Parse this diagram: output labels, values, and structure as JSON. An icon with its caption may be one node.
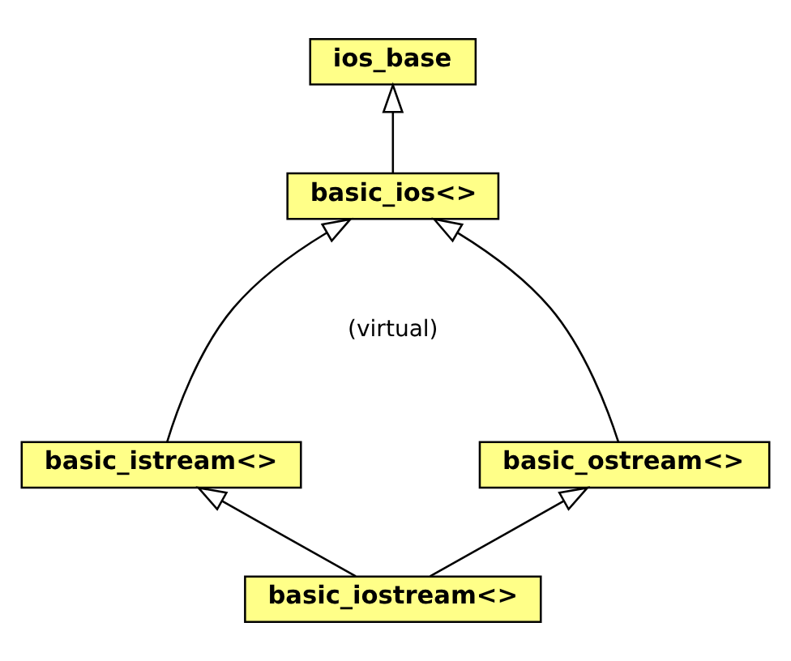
{
  "diagram": {
    "nodes": [
      {
        "text": [
          "ios_base"
        ]
      },
      {
        "text": [
          "basic_ios<>"
        ]
      },
      {
        "text": [
          "basic_istream<>"
        ]
      },
      {
        "text": [
          "basic_ostream<>"
        ]
      },
      {
        "text": [
          "basic_iostream<>"
        ]
      }
    ],
    "edges": [
      {
        "from": 1,
        "to": 0,
        "arrow": "to"
      },
      {
        "from": 2,
        "to": 1,
        "arrow": "to"
      },
      {
        "from": 3,
        "to": 1,
        "arrow": "to"
      },
      {
        "from": 4,
        "to": 2,
        "arrow": "to"
      },
      {
        "from": 4,
        "to": 3,
        "arrow": "to"
      }
    ],
    "labels": [
      "(virtual)"
    ]
  }
}
